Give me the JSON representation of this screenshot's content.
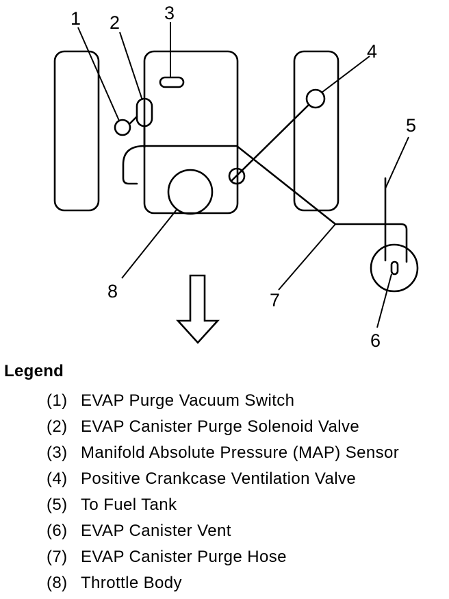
{
  "callouts": [
    "1",
    "2",
    "3",
    "4",
    "5",
    "6",
    "7",
    "8"
  ],
  "icons": {
    "direction_arrow": "down-arrow-icon"
  },
  "legend": {
    "heading": "Legend",
    "items": [
      {
        "num": "(1)",
        "label": "EVAP Purge Vacuum Switch"
      },
      {
        "num": "(2)",
        "label": "EVAP Canister Purge Solenoid Valve"
      },
      {
        "num": "(3)",
        "label": "Manifold Absolute Pressure (MAP) Sensor"
      },
      {
        "num": "(4)",
        "label": "Positive Crankcase Ventilation Valve"
      },
      {
        "num": "(5)",
        "label": "To Fuel Tank"
      },
      {
        "num": "(6)",
        "label": "EVAP Canister Vent"
      },
      {
        "num": "(7)",
        "label": "EVAP Canister Purge Hose"
      },
      {
        "num": "(8)",
        "label": "Throttle Body"
      }
    ]
  },
  "colors": {
    "ink": "#000000",
    "background": "#ffffff"
  }
}
